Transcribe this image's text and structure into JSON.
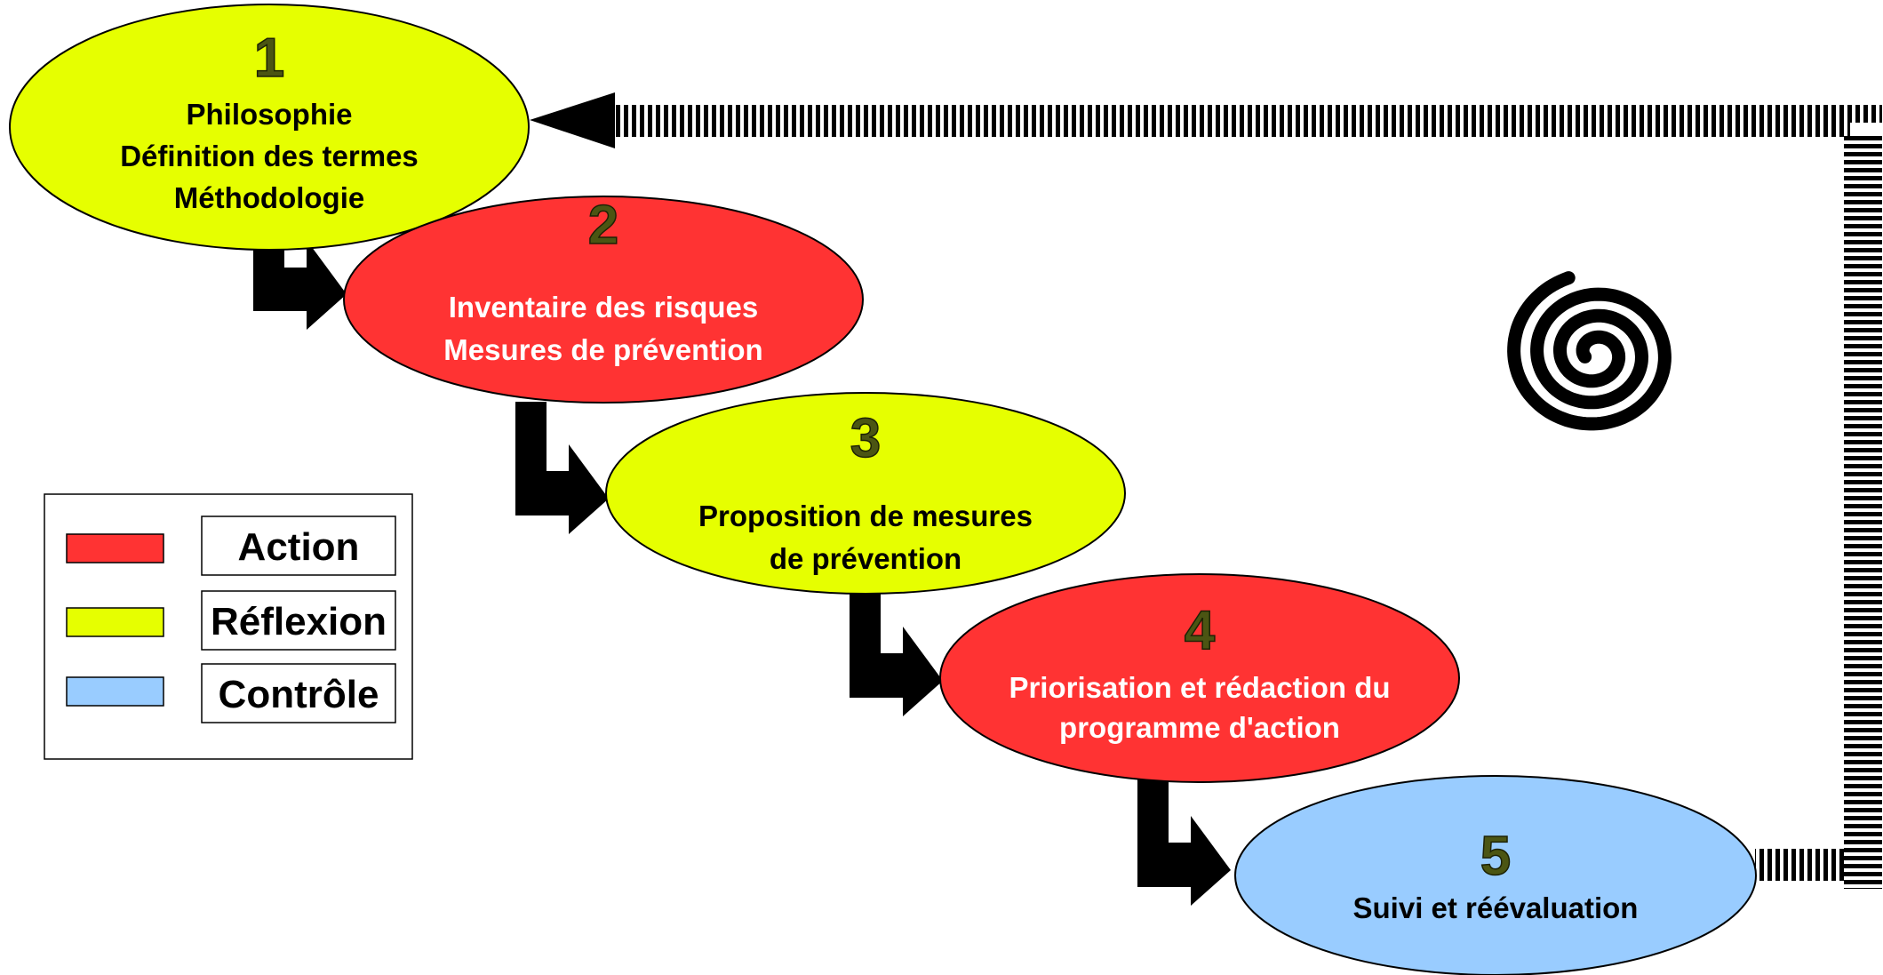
{
  "colors": {
    "action": "#ff3333",
    "reflexion": "#e6ff00",
    "controle": "#99ccff",
    "outline": "#000000",
    "number": "#4b5513",
    "text_dark": "#000000",
    "text_light": "#ffffff"
  },
  "steps": [
    {
      "number": "1",
      "lines": [
        "Philosophie",
        "Définition des termes",
        "Méthodologie"
      ],
      "category": "reflexion"
    },
    {
      "number": "2",
      "lines": [
        "Inventaire des risques",
        "Mesures de prévention"
      ],
      "category": "action"
    },
    {
      "number": "3",
      "lines": [
        "Proposition de mesures",
        "de prévention"
      ],
      "category": "reflexion"
    },
    {
      "number": "4",
      "lines": [
        "Priorisation et rédaction du",
        "programme d'action"
      ],
      "category": "action"
    },
    {
      "number": "5",
      "lines": [
        "Suivi et réévaluation"
      ],
      "category": "controle"
    }
  ],
  "legend": {
    "items": [
      {
        "label": "Action",
        "category": "action"
      },
      {
        "label": "Réflexion",
        "category": "reflexion"
      },
      {
        "label": "Contrôle",
        "category": "controle"
      }
    ]
  },
  "decorations": {
    "spiral_icon": "spiral-icon",
    "feedback_arrow": "return-arrow-icon",
    "step_arrow": "step-arrow-icon"
  }
}
